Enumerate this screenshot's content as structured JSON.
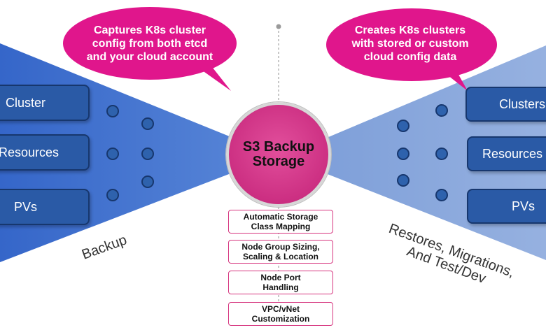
{
  "left_callout": {
    "lines": [
      "Captures K8s cluster",
      "config from both etcd",
      "and your cloud account"
    ]
  },
  "right_callout": {
    "lines": [
      "Creates K8s clusters",
      "with stored or custom",
      "cloud config data"
    ]
  },
  "left_items": [
    "Cluster",
    "Resources",
    "PVs"
  ],
  "right_items": [
    "Clusters",
    "Resources",
    "PVs"
  ],
  "center": {
    "lines": [
      "S3 Backup",
      "Storage"
    ]
  },
  "features": [
    [
      "Automatic Storage",
      "Class Mapping"
    ],
    [
      "Node Group Sizing,",
      "Scaling & Location"
    ],
    [
      "Node Port",
      "Handling"
    ],
    [
      "VPC/vNet",
      "Customization"
    ]
  ],
  "backup_label": "Backup",
  "restore_label": {
    "lines": [
      "Restores, Migrations,",
      "And Test/Dev"
    ]
  },
  "colors": {
    "left_fan": "#3f6fcd",
    "right_fan": "#8aa8da",
    "callout": "#e0168c",
    "box_fill": "#2a5aa6",
    "circle": "#cc2f82"
  }
}
